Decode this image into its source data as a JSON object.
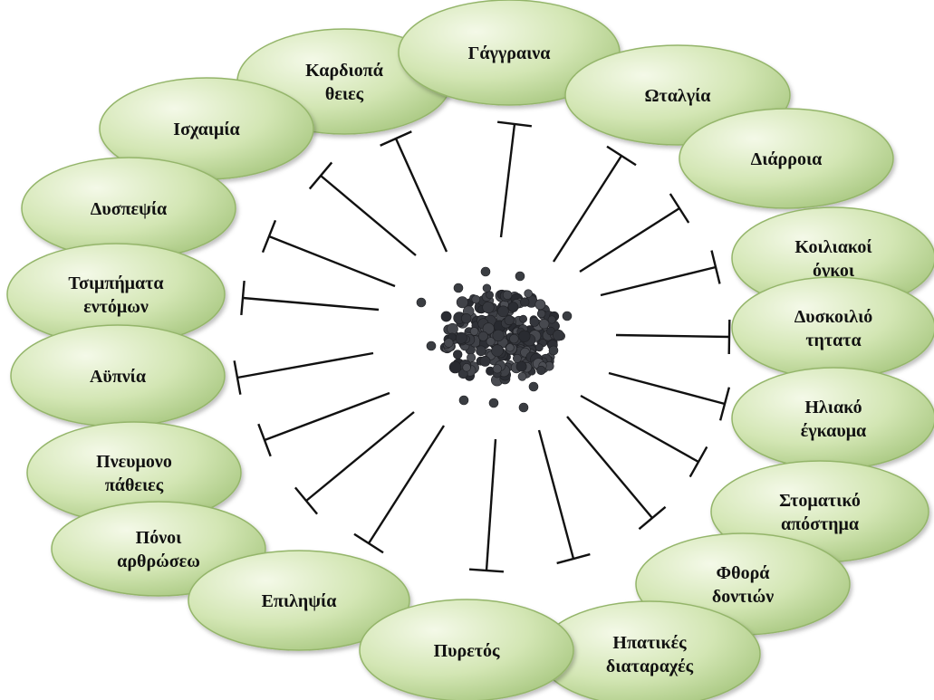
{
  "colors": {
    "ellipse_fill_light": "#f1f7e3",
    "ellipse_fill_dark": "#a9c983",
    "ellipse_stroke": "#94b56a",
    "line": "#111111",
    "pepper": "#3a3d42"
  },
  "center": {
    "name": "black-pepper-seeds-image"
  },
  "diseases": [
    {
      "label": "Καρδιοπάθειες",
      "lines": [
        "Καρδιοπά",
        "θειες"
      ]
    },
    {
      "label": "Γάγγραινα",
      "lines": [
        "Γάγγραινα"
      ]
    },
    {
      "label": "Ωταλγία",
      "lines": [
        "Ωταλγία"
      ]
    },
    {
      "label": "Ισχαιμία",
      "lines": [
        "Ισχαιμία"
      ]
    },
    {
      "label": "Διάρροια",
      "lines": [
        "Διάρροια"
      ]
    },
    {
      "label": "Δυσπεψία",
      "lines": [
        "Δυσπεψία"
      ]
    },
    {
      "label": "Κοιλιακοί όγκοι",
      "lines": [
        "Κοιλιακοί",
        "όγκοι"
      ]
    },
    {
      "label": "Τσιμπήματα εντόμων",
      "lines": [
        "Τσιμπήματα",
        "εντόμων"
      ]
    },
    {
      "label": "Δυσκοιλιότητα",
      "lines": [
        "Δυσκοιλιό",
        "τητατα"
      ]
    },
    {
      "label": "Αϋπνία",
      "lines": [
        "Αϋπνία"
      ]
    },
    {
      "label": "Ηλιακό έγκαυμα",
      "lines": [
        "Ηλιακό",
        "έγκαυμα"
      ]
    },
    {
      "label": "Πνευμονοπάθειες",
      "lines": [
        "Πνευμονο",
        "πάθειες"
      ]
    },
    {
      "label": "Στοματικό απόστημα",
      "lines": [
        "Στοματικό",
        "απόστημα"
      ]
    },
    {
      "label": "Πόνοι αρθρώσεων",
      "lines": [
        "Πόνοι",
        "αρθρώσεω"
      ]
    },
    {
      "label": "Φθορά δοντιών",
      "lines": [
        "Φθορά",
        "δοντιών"
      ]
    },
    {
      "label": "Επιληψία",
      "lines": [
        "Επιληψία"
      ]
    },
    {
      "label": "Ηπατικές διαταραχές",
      "lines": [
        "Ηπατικές",
        "διαταραχές"
      ]
    },
    {
      "label": "Πυρετός",
      "lines": [
        "Πυρετός"
      ]
    }
  ]
}
